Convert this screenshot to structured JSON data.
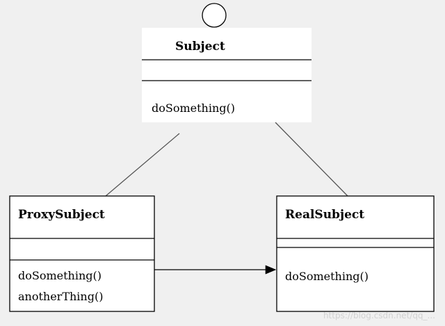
{
  "classes": {
    "subject": {
      "name": "Subject",
      "operations": [
        "doSomething()"
      ]
    },
    "proxy_subject": {
      "name": "ProxySubject",
      "operations": [
        "doSomething()",
        "anotherThing()"
      ]
    },
    "real_subject": {
      "name": "RealSubject",
      "operations": [
        "doSomething()"
      ]
    }
  },
  "watermark": "https://blog.csdn.net/qq_...",
  "colors": {
    "background": "#f0f0f0",
    "box_fill": "#ffffff",
    "line": "#555555"
  }
}
